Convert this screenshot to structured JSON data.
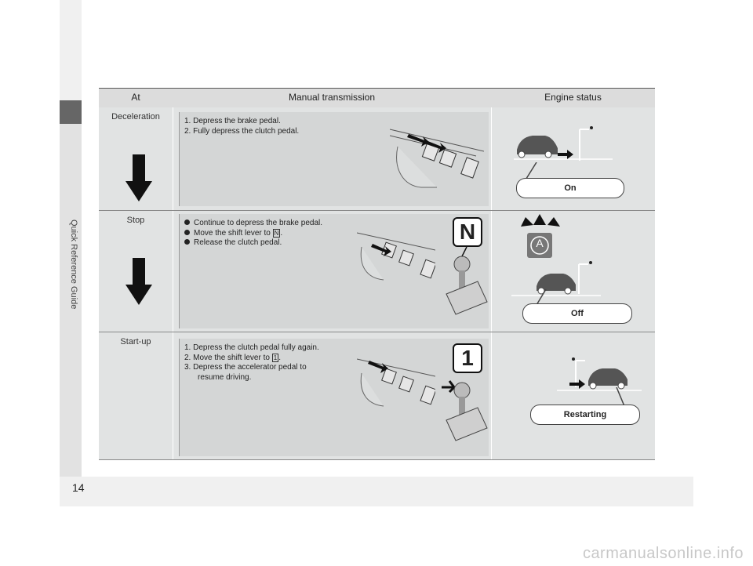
{
  "sidebar": {
    "label": "Quick Reference Guide"
  },
  "footer": {
    "page_number": "14",
    "watermark": "carmanualsonline.info"
  },
  "table": {
    "headers": {
      "at": "At",
      "manual": "Manual transmission",
      "engine": "Engine status"
    },
    "rows": [
      {
        "at": "Deceleration",
        "lines": [
          "1.  Depress the brake pedal.",
          "2.  Fully depress the clutch pedal."
        ],
        "status": "On"
      },
      {
        "at": "Stop",
        "bullets": [
          "Continue to depress the brake pedal.",
          "Move the shift lever to",
          "Release the clutch pedal."
        ],
        "key": "N",
        "gear_label": "N",
        "auto_icon": "A",
        "status": "Off"
      },
      {
        "at": "Start-up",
        "lines": [
          "1.  Depress the clutch pedal fully again.",
          "2.  Move the shift lever to",
          "3.  Depress the accelerator pedal to",
          "resume driving."
        ],
        "key": "1",
        "gear_label": "1",
        "status": "Restarting"
      }
    ]
  },
  "icons": [
    "down-arrow-icon",
    "pedal-icon",
    "shift-lever-icon",
    "car-icon",
    "traffic-light-icon",
    "auto-idle-stop-icon"
  ]
}
